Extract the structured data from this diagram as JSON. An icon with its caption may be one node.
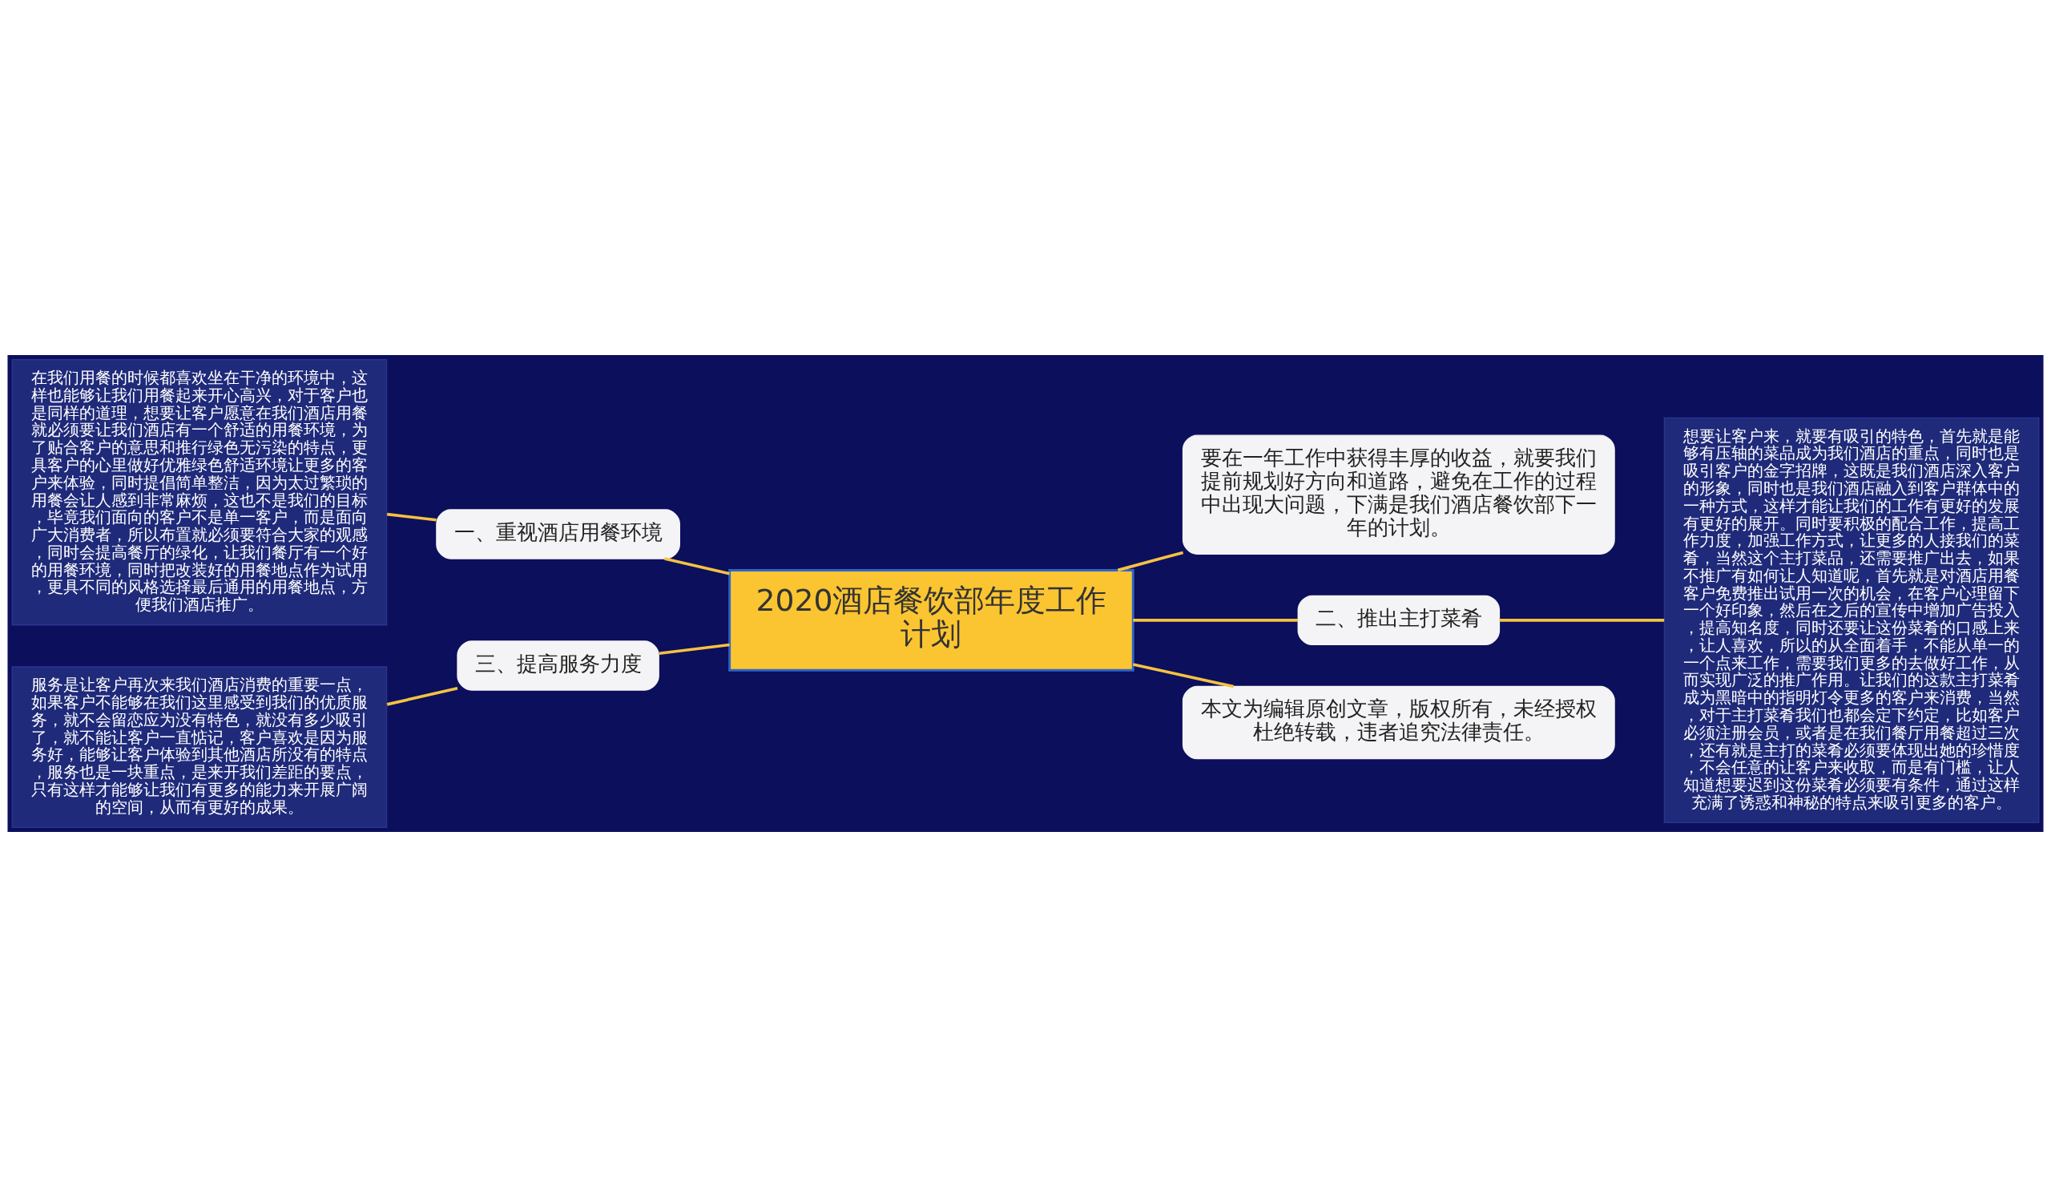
{
  "diagram": {
    "nodes": [
      {
        "text": [
          "2020酒店餐饮部年度工作计划"
        ]
      },
      {
        "text": [
          "要在一年工作中获得丰厚的收益，就要我们提前规划好方向和道路，避免在工作的过程中出现大问题，下满是我们酒店餐饮部下一年的计划。"
        ]
      },
      {
        "text": [
          "一、重视酒店用餐环境"
        ]
      },
      {
        "text": [
          "在我们用餐的时候都喜欢坐在干净的环境中，这样也能够让我们用餐起来开心高兴，对于客户也是同样的道理，想要让客户愿意在我们酒店用餐就必须要让我们酒店有一个舒适的用餐环境，为了贴合客户的意思和推行绿色无污染的特点，更具客户的心里做好优雅绿色舒适环境让更多的客户来体验，同时提倡简单整洁，因为太过繁琐的用餐会让人感到非常麻烦，这也不是我们的目标，毕竟我们面向的客户不是单一客户，而是面向广大消费者，所以布置就必须要符合大家的观感，同时会提高餐厅的绿化，让我们餐厅有一个好的用餐环境，同时把改装好的用餐地点作为试用，更具不同的风格选择最后通用的用餐地点，方便我们酒店推广。"
        ]
      },
      {
        "text": [
          "二、推出主打菜肴"
        ]
      },
      {
        "text": [
          "想要让客户来，就要有吸引的特色，首先就是能够有压轴的菜品成为我们酒店的重点，同时也是吸引客户的金字招牌，这既是我们酒店深入客户的形象，同时也是我们酒店融入到客户群体中的一种方式，这样才能让我们的工作有更好的发展有更好的展开。同时要积极的配合工作，提高工作力度，加强工作方式，让更多的人接我们的菜肴，当然这个主打菜品，还需要推广出去，如果不推广有如何让人知道呢，首先就是对酒店用餐客户免费推出试用一次的机会，在客户心理留下一个好印象，然后在之后的宣传中增加广告投入，提高知名度，同时还要让这份菜肴的口感上来，让人喜欢，所以的从全面着手，不能从单一的一个点来工作，需要我们更多的去做好工作，从而实现广泛的推广作用。让我们的这款主打菜肴成为黑暗中的指明灯令更多的客户来消费，当然，对于主打菜肴我们也都会定下约定，比如客户必须注册会员，或者是在我们餐厅用餐超过三次，还有就是主打的菜肴必须要体现出她的珍惜度，不会任意的让客户来收取，而是有门槛，让人知道想要迟到这份菜肴必须要有条件，通过这样充满了诱惑和神秘的特点来吸引更多的客户。"
        ]
      },
      {
        "text": [
          "三、提高服务力度"
        ]
      },
      {
        "text": [
          "服务是让客户再次来我们酒店消费的重要一点，如果客户不能够在我们这里感受到我们的优质服务，就不会留恋应为没有特色，就没有多少吸引了，就不能让客户一直惦记，客户喜欢是因为服务好，能够让客户体验到其他酒店所没有的特点，服务也是一块重点，是来开我们差距的要点，只有这样才能够让我们有更多的能力来开展广阔的空间，从而有更好的成果。"
        ]
      },
      {
        "text": [
          "本文为编辑原创文章，版权所有，未经授权杜绝转载，违者追究法律责任。"
        ]
      }
    ],
    "edges": [
      {
        "from": 0,
        "to": 1,
        "arrow": "none"
      },
      {
        "from": 0,
        "to": 2,
        "arrow": "none"
      },
      {
        "from": 2,
        "to": 3,
        "arrow": "none"
      },
      {
        "from": 0,
        "to": 4,
        "arrow": "none"
      },
      {
        "from": 4,
        "to": 5,
        "arrow": "none"
      },
      {
        "from": 0,
        "to": 6,
        "arrow": "none"
      },
      {
        "from": 6,
        "to": 7,
        "arrow": "none"
      },
      {
        "from": 0,
        "to": 8,
        "arrow": "none"
      }
    ]
  }
}
